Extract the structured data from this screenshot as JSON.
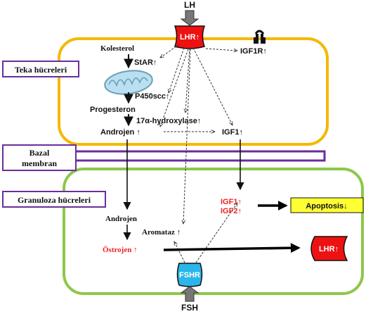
{
  "top": {
    "lh": "LH",
    "lhr": "LHR↑",
    "igf1r": "IGF1R↑"
  },
  "theca": {
    "label": "Teka hücreleri",
    "kolesterol": "Kolesterol",
    "star": "StAR↑",
    "p450scc": "P450scc↑",
    "progesteron": "Progesteron",
    "hydroxylase": "17α-hydroxylase↑",
    "androjen": "Androjen ↑",
    "igf1": "IGF1↑"
  },
  "bazal": {
    "line1": "Bazal",
    "line2": "membran"
  },
  "granulosa": {
    "label": "Granuloza hücreleri",
    "androjen": "Androjen",
    "aromataz": "Aromataz ↑",
    "ostrojen": "Östrojen ↑",
    "igf1": "IGF1↑",
    "igf2": "IGF2↑",
    "apoptosis": "Apoptosis↓",
    "lhr": "LHR↑"
  },
  "bottom": {
    "fshr": "FSHR",
    "fsh": "FSH"
  },
  "colors": {
    "theca_border": "#f5b800",
    "granulosa_border": "#8cc84b",
    "label_border": "#6a2e9b",
    "receptor_red": "#ee1111",
    "fshr_blue": "#2bb5e8",
    "apoptosis_fill": "#ffff33",
    "igf_red": "#ee2222"
  }
}
